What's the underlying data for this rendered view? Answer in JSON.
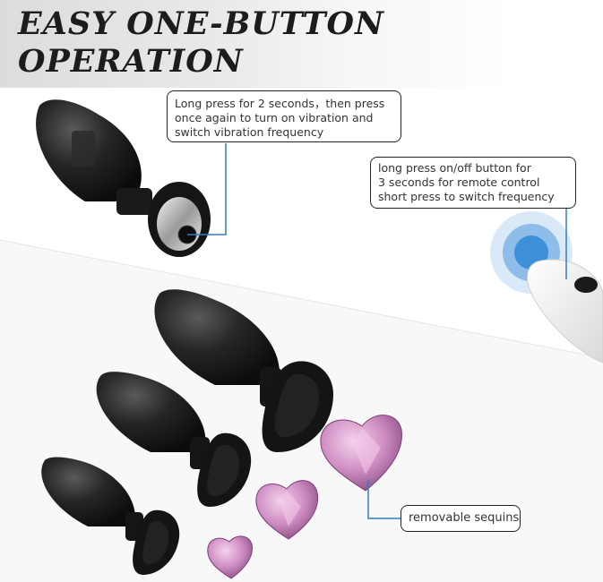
{
  "title": {
    "line1": "EASY ONE-BUTTON",
    "line2": "OPERATION"
  },
  "callouts": {
    "device_button": [
      "Long press for 2 seconds，then press",
      "once again to turn on vibration and",
      "switch vibration frequency"
    ],
    "remote_button": [
      "long press on/off button for",
      "3 seconds for remote control",
      "short press to switch frequency"
    ],
    "sequins": "removable sequins"
  },
  "colors": {
    "accent_line": "#2f7fc4",
    "ripple": "#3d8fd8",
    "product_black": "#1b1b1b",
    "gem_pink": "#d69bc9"
  }
}
